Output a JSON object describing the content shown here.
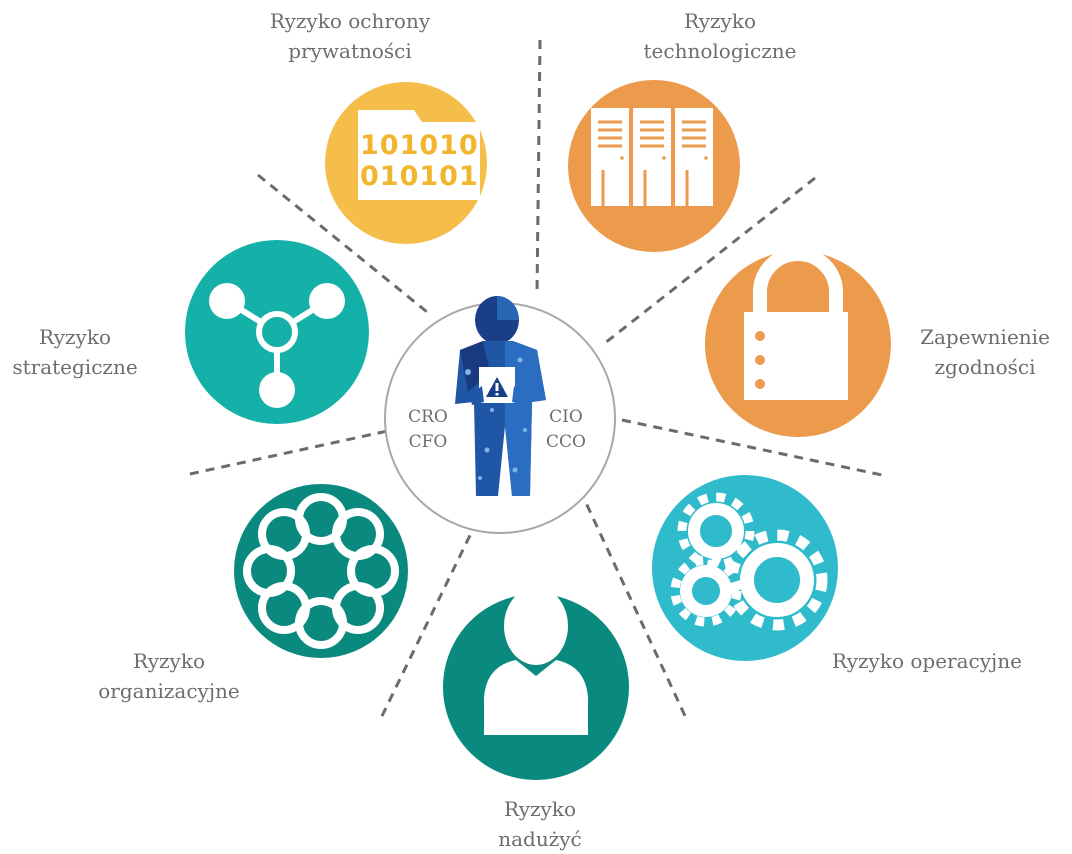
{
  "center": {
    "icon": "person-with-warning-sign-icon",
    "roles_left": [
      "CRO",
      "CFO"
    ],
    "roles_right": [
      "CIO",
      "CCO"
    ]
  },
  "risks": [
    {
      "id": "privacy",
      "lines": [
        "Ryzyko ochrony",
        "prywatności"
      ],
      "icon": "binary-folder-icon",
      "icon_text": [
        "101010",
        "010101"
      ],
      "color": "#f5bd49"
    },
    {
      "id": "technology",
      "lines": [
        "Ryzyko",
        "technologiczne"
      ],
      "icon": "server-racks-icon",
      "color": "#ec9a4c"
    },
    {
      "id": "compliance",
      "lines": [
        "Zapewnienie",
        "zgodności"
      ],
      "icon": "padlock-icon",
      "color": "#ec9a4c"
    },
    {
      "id": "operational",
      "lines": [
        "Ryzyko operacyjne"
      ],
      "icon": "gears-icon",
      "color": "#2fbbcb"
    },
    {
      "id": "fraud",
      "lines": [
        "Ryzyko",
        "nadużyć"
      ],
      "icon": "user-icon",
      "color": "#0a8a7e"
    },
    {
      "id": "organizational",
      "lines": [
        "Ryzyko",
        "organizacyjne"
      ],
      "icon": "linked-rings-icon",
      "color": "#0a8a7e"
    },
    {
      "id": "strategic",
      "lines": [
        "Ryzyko",
        "strategiczne"
      ],
      "icon": "node-network-icon",
      "color": "#15b0a7"
    }
  ],
  "colors": {
    "divider": "#6b6b6b",
    "label": "#6d6d6d",
    "center_ring": "#a8a8a8",
    "person_dark": "#1b3f86",
    "person_mid": "#2867b4"
  }
}
